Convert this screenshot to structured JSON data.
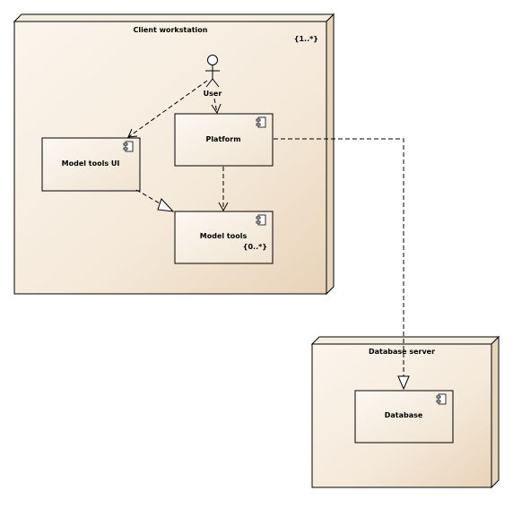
{
  "nodes": {
    "client": {
      "title": "Client workstation",
      "multiplicity": "{1..*}"
    },
    "server": {
      "title": "Database server"
    }
  },
  "actor": {
    "label": "User"
  },
  "components": {
    "platform": {
      "label": "Platform"
    },
    "model_tools_ui": {
      "label": "Model tools UI"
    },
    "model_tools": {
      "label": "Model tools",
      "multiplicity": "{0..*}"
    },
    "database": {
      "label": "Database"
    }
  },
  "colors": {
    "node_fill_light": "#faf3ea",
    "node_fill_dark": "#ead8bf",
    "node_side": "#eadbc8",
    "stroke": "#000000"
  }
}
